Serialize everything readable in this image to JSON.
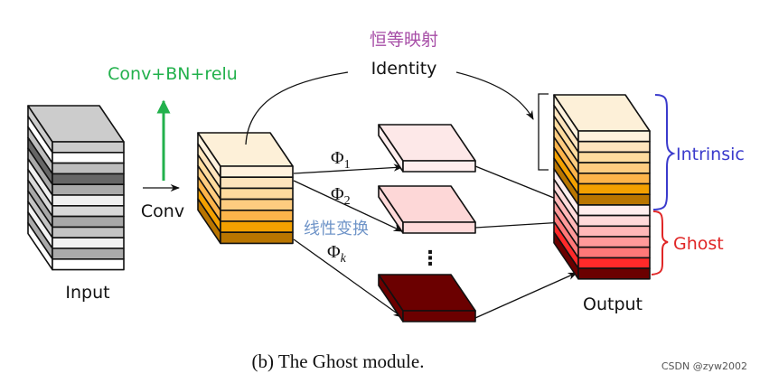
{
  "labels": {
    "conv_bn_relu": "Conv+BN+relu",
    "conv": "Conv",
    "input": "Input",
    "output": "Output",
    "identity_cn": "恒等映射",
    "identity": "Identity",
    "linear_cn": "线性变换",
    "phi_1": "Φ",
    "phi_1_sub": "1",
    "phi_2": "Φ",
    "phi_2_sub": "2",
    "phi_k": "Φ",
    "phi_k_sub": "k",
    "ellipsis": "⋮",
    "intrinsic": "Intrinsic",
    "ghost": "Ghost",
    "caption": "(b) The Ghost module.",
    "watermark": "CSDN @zyw2002"
  },
  "colors": {
    "green": "#22b14c",
    "purple": "#a64ca6",
    "steel_blue": "#6f94c8",
    "intrinsic_blue": "#3a3acc",
    "ghost_red": "#e02626",
    "input_top": "#cccccc",
    "feature_top": "#fdf0d8",
    "ghost1_top": "#fde8e8",
    "ghost2_top": "#fdd7d7",
    "ghostk_top": "#6b0000"
  },
  "input_layers": [
    "#cccccc",
    "#ffffff",
    "#bdbdbd",
    "#666666",
    "#aaaaaa",
    "#f0f0f0",
    "#d9d9d9",
    "#a8a8a8",
    "#c4c4c4",
    "#f2f2f2",
    "#aaaaaa",
    "#ffffff"
  ],
  "intrinsic_layers": [
    "#fff2de",
    "#fee4bd",
    "#fedb9e",
    "#fecc80",
    "#fdb44a",
    "#f3a000",
    "#b97500"
  ],
  "ghost_layers": [
    "#ffeeee",
    "#ffdada",
    "#ffb8b8",
    "#ff9a9a",
    "#ff7878",
    "#ff2a2a",
    "#6b0000"
  ],
  "output_layers": [
    "#fff2de",
    "#fee4bd",
    "#fedb9e",
    "#fecc80",
    "#fdb44a",
    "#f3a000",
    "#b97500",
    "#ffeeee",
    "#ffdada",
    "#ffb8b8",
    "#ff9a9a",
    "#ff7878",
    "#ff2a2a",
    "#6b0000"
  ]
}
